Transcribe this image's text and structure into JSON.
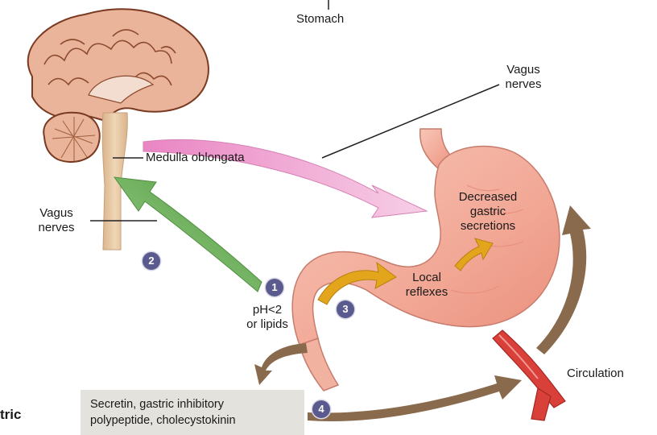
{
  "labels": {
    "stomach_top": "Stomach",
    "vagus_top_line1": "Vagus",
    "vagus_top_line2": "nerves",
    "medulla": "Medulla oblongata",
    "vagus_left_line1": "Vagus",
    "vagus_left_line2": "nerves",
    "decreased_line1": "Decreased",
    "decreased_line2": "gastric",
    "decreased_line3": "secretions",
    "local_line1": "Local",
    "local_line2": "reflexes",
    "ph_line1": "pH<2",
    "ph_line2": "or lipids",
    "circulation": "Circulation",
    "hormones_line1": "Secretin, gastric inhibitory",
    "hormones_line2": "polypeptide, cholecystokinin",
    "cut_left": "tric"
  },
  "steps": [
    "1",
    "2",
    "3",
    "4"
  ],
  "colors": {
    "brain": "#e9b49a",
    "brain_outline": "#7a3a22",
    "brainstem": "#e3c9a8",
    "stomach": "#f4b3a3",
    "stomach_outline": "#c77b6c",
    "pink_arrow": "#f1a9d4",
    "green_arrow": "#6fb05c",
    "brown_arrow": "#8a6a4c",
    "gold_arrow": "#e3a51b",
    "vessel": "#d9403a",
    "step_circle": "#5b5a8e",
    "hormone_box": "#e4e2dd"
  }
}
